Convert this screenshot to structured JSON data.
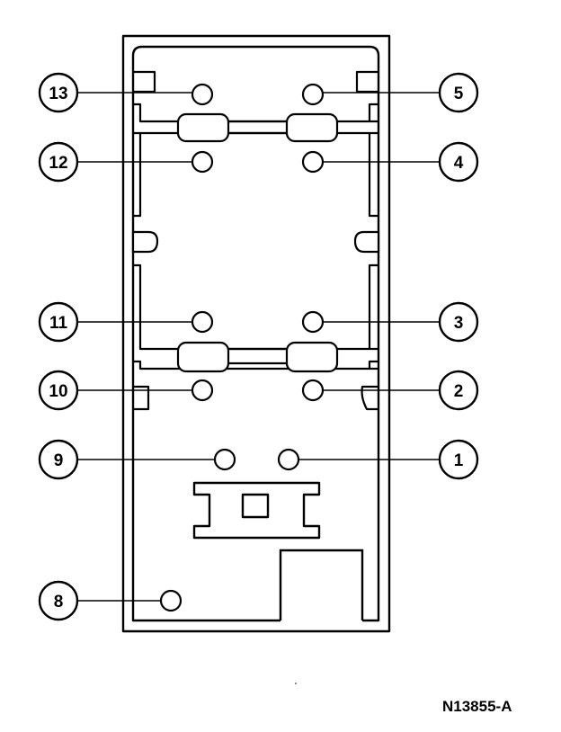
{
  "figure_code": "N13855-A",
  "colors": {
    "ink": "#000000",
    "paper": "#ffffff"
  },
  "callouts": [
    {
      "id": "13",
      "label": "13"
    },
    {
      "id": "12",
      "label": "12"
    },
    {
      "id": "11",
      "label": "11"
    },
    {
      "id": "10",
      "label": "10"
    },
    {
      "id": "9",
      "label": "9"
    },
    {
      "id": "8",
      "label": "8"
    },
    {
      "id": "5",
      "label": "5"
    },
    {
      "id": "4",
      "label": "4"
    },
    {
      "id": "3",
      "label": "3"
    },
    {
      "id": "2",
      "label": "2"
    },
    {
      "id": "1",
      "label": "1"
    }
  ]
}
